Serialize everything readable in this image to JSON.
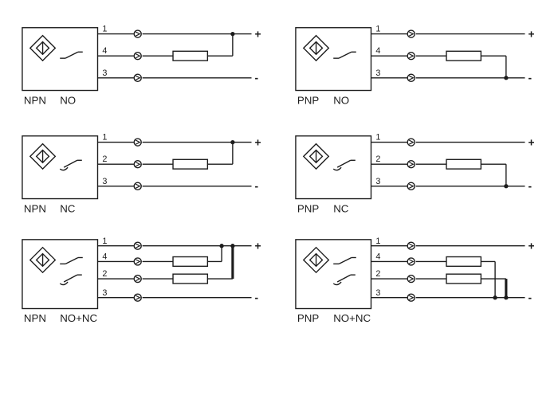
{
  "page": {
    "background_color": "#ffffff",
    "line_color": "#1c1c1c"
  },
  "diagrams": [
    {
      "id": "npn-no",
      "transistor_label": "NPN",
      "function_label": "NO",
      "load_connects_to": "plus",
      "plus_label": "+",
      "minus_label": "-",
      "pins": [
        {
          "number": "1",
          "role": "supply-plus",
          "has_load": false
        },
        {
          "number": "4",
          "role": "output",
          "switch": "NO",
          "has_load": true
        },
        {
          "number": "3",
          "role": "supply-minus",
          "has_load": false
        }
      ]
    },
    {
      "id": "pnp-no",
      "transistor_label": "PNP",
      "function_label": "NO",
      "load_connects_to": "minus",
      "plus_label": "+",
      "minus_label": "-",
      "pins": [
        {
          "number": "1",
          "role": "supply-plus",
          "has_load": false
        },
        {
          "number": "4",
          "role": "output",
          "switch": "NO",
          "has_load": true
        },
        {
          "number": "3",
          "role": "supply-minus",
          "has_load": false
        }
      ]
    },
    {
      "id": "npn-nc",
      "transistor_label": "NPN",
      "function_label": "NC",
      "load_connects_to": "plus",
      "plus_label": "+",
      "minus_label": "-",
      "pins": [
        {
          "number": "1",
          "role": "supply-plus",
          "has_load": false
        },
        {
          "number": "2",
          "role": "output",
          "switch": "NC",
          "has_load": true
        },
        {
          "number": "3",
          "role": "supply-minus",
          "has_load": false
        }
      ]
    },
    {
      "id": "pnp-nc",
      "transistor_label": "PNP",
      "function_label": "NC",
      "load_connects_to": "minus",
      "plus_label": "+",
      "minus_label": "-",
      "pins": [
        {
          "number": "1",
          "role": "supply-plus",
          "has_load": false
        },
        {
          "number": "2",
          "role": "output",
          "switch": "NC",
          "has_load": true
        },
        {
          "number": "3",
          "role": "supply-minus",
          "has_load": false
        }
      ]
    },
    {
      "id": "npn-no-nc",
      "transistor_label": "NPN",
      "function_label": "NO+NC",
      "load_connects_to": "plus",
      "plus_label": "+",
      "minus_label": "-",
      "pins": [
        {
          "number": "1",
          "role": "supply-plus",
          "has_load": false
        },
        {
          "number": "4",
          "role": "output-no",
          "switch": "NO",
          "has_load": true
        },
        {
          "number": "2",
          "role": "output-nc",
          "switch": "NC",
          "has_load": true
        },
        {
          "number": "3",
          "role": "supply-minus",
          "has_load": false
        }
      ]
    },
    {
      "id": "pnp-no-nc",
      "transistor_label": "PNP",
      "function_label": "NO+NC",
      "load_connects_to": "minus",
      "plus_label": "+",
      "minus_label": "-",
      "pins": [
        {
          "number": "1",
          "role": "supply-plus",
          "has_load": false
        },
        {
          "number": "4",
          "role": "output-no",
          "switch": "NO",
          "has_load": true
        },
        {
          "number": "2",
          "role": "output-nc",
          "switch": "NC",
          "has_load": true
        },
        {
          "number": "3",
          "role": "supply-minus",
          "has_load": false
        }
      ]
    }
  ],
  "icons": {
    "sensor_symbol": "proximity-sensor-diamond",
    "connector_symbol": "quick-disconnect-plug",
    "load_symbol": "resistor-load-box"
  }
}
